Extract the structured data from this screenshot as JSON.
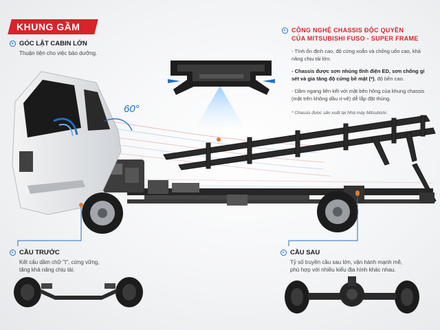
{
  "title": "KHUNG GẦM",
  "cabin": {
    "heading": "GÓC LẬT CABIN LỚN",
    "desc": "Thuận tiện cho việc bảo dưỡng."
  },
  "angle_label": "60°",
  "chassis_tech": {
    "heading_line1": "CÔNG NGHỆ CHASSIS ĐỘC QUYỀN",
    "heading_line2": "CỦA MITSUBISHI FUSO - SUPER FRAME",
    "bullet1": "- Tính ổn định cao, độ cứng xoắn và chống uốn cao, khả năng chịu tải lớn.",
    "bullet2_bold": "- Chassis được sơn nhúng tĩnh điện ED, sơn chống gỉ sét và gia tăng độ cứng bề mặt (*)",
    "bullet2_rest": ", độ bền cao.",
    "bullet3": "- Dầm ngang liên kết với mặt bên hông của khung chassis (mặt trên không dầu ri-vê) dễ lắp đặt thùng.",
    "note": "* Chassis được sản xuất tại Nhà máy Mitsubishi."
  },
  "front_axle": {
    "heading": "CẦU TRƯỚC",
    "desc_line1": "Kết cấu dầm chữ \"I\", cứng vững,",
    "desc_line2": "tăng khả năng chịu tải."
  },
  "rear_axle": {
    "heading": "CẦU SAU",
    "desc_line1": "Tỷ số truyền cầu sau lớn, vận hành mạnh mẽ,",
    "desc_line2": "phù hợp với nhiều kiểu địa hình khác nhau."
  },
  "colors": {
    "accent": "#d8232a",
    "callout": "#1f6fc5"
  }
}
